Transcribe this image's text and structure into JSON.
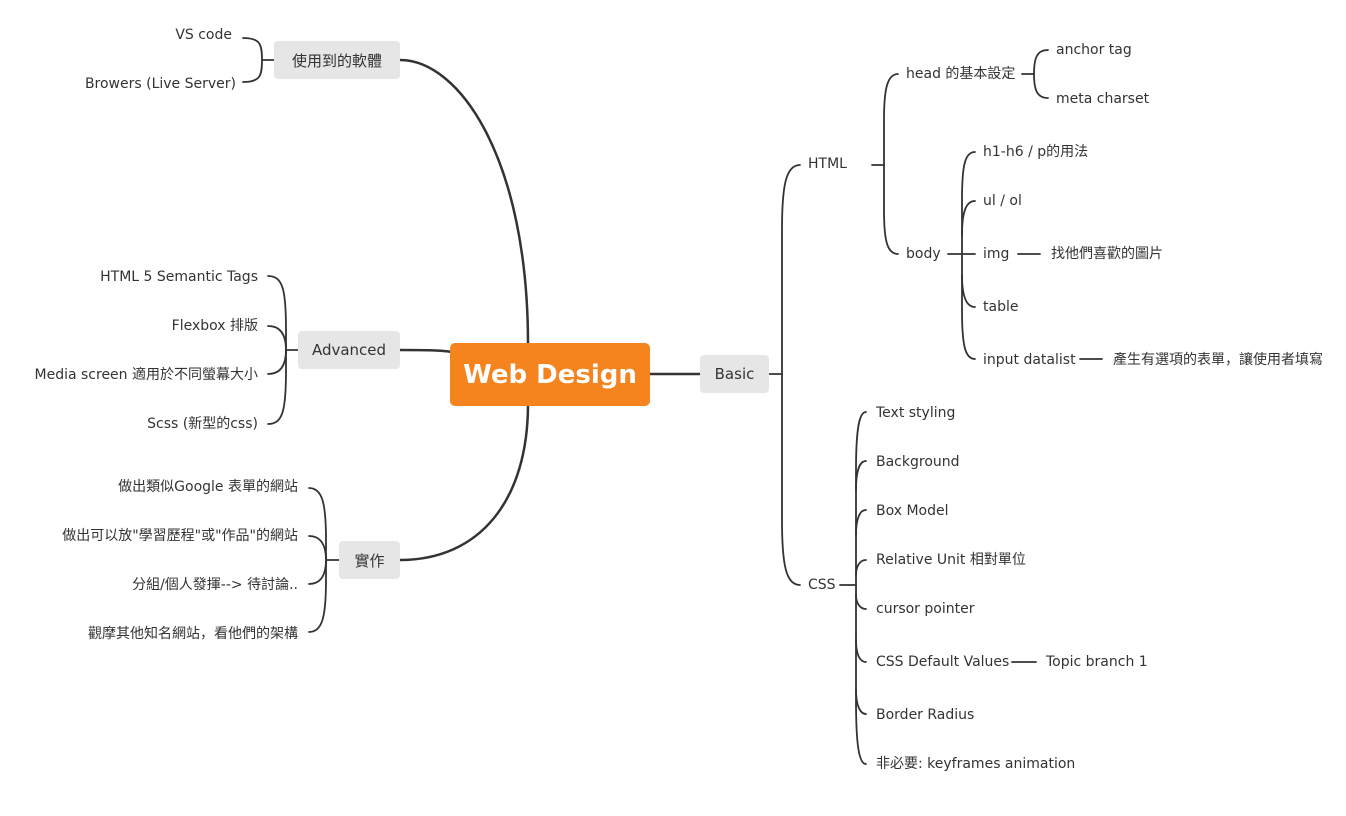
{
  "root": "Web Design",
  "left": {
    "software": {
      "label": "使用到的軟體",
      "items": [
        "VS code",
        "Browers (Live Server)"
      ]
    },
    "advanced": {
      "label": "Advanced",
      "items": [
        "HTML 5 Semantic Tags",
        "Flexbox 排版",
        "Media screen 適用於不同螢幕大小",
        "Scss (新型的css)"
      ]
    },
    "practice": {
      "label": "實作",
      "items": [
        "做出類似Google 表單的網站",
        "做出可以放\"學習歷程\"或\"作品\"的網站",
        "分組/個人發揮--> 待討論..",
        "觀摩其他知名網站，看他們的架構"
      ]
    }
  },
  "basic": {
    "label": "Basic",
    "html": {
      "label": "HTML",
      "head": {
        "label": "head 的基本設定",
        "items": [
          "anchor tag",
          "meta charset"
        ]
      },
      "body": {
        "label": "body",
        "items": [
          "h1-h6 / p的用法",
          "ul / ol",
          "img",
          "table",
          "input datalist"
        ],
        "img_sub": "找他們喜歡的圖片",
        "datalist_sub": "產生有選項的表單，讓使用者填寫"
      }
    },
    "css": {
      "label": "CSS",
      "items": [
        "Text styling",
        "Background",
        "Box Model",
        "Relative Unit 相對單位",
        "cursor pointer",
        "CSS Default Values",
        "Border Radius",
        "非必要: keyframes animation"
      ],
      "default_values_sub": "Topic branch 1"
    }
  },
  "colors": {
    "root_bg": "#f5841f",
    "topic_bg": "#e6e6e6",
    "line": "#333333"
  }
}
